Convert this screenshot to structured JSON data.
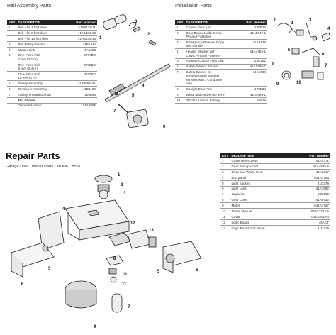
{
  "rail": {
    "title": "Rail Assembly Parts",
    "header": {
      "key": "KEY",
      "description": "DESCRIPTION",
      "part": "Part Number"
    },
    "rows": [
      {
        "key": "1",
        "desc": "Belt - for 7 foot door",
        "part": "41A5434-11"
      },
      {
        "key": "",
        "desc": "Belt - for 8 foot door",
        "part": "41A5434-13"
      },
      {
        "key": "",
        "desc": "Belt - for 10 foot door",
        "part": "41A5434-14"
      },
      {
        "key": "2",
        "desc": "Belt Pulley Bracket",
        "part": "41B5424"
      },
      {
        "key": "3",
        "desc": "Master Link",
        "part": "4A1008"
      },
      {
        "key": "4",
        "desc": "One-Piece Rail\n7 feet (2.1 m)",
        "part": "2777BD"
      },
      {
        "key": "",
        "desc": "One-Piece Rail\n8 feet (2.4 m)",
        "part": "2778BD"
      },
      {
        "key": "",
        "desc": "One-Piece Rail\n10 feet (3 m)",
        "part": "2770BD"
      },
      {
        "key": "5",
        "desc": "Trolley Assembly",
        "part": "41B3869-3A"
      },
      {
        "key": "6",
        "desc": "Tensioner Assembly",
        "part": "41B4103"
      },
      {
        "key": "7",
        "desc": "Trolley Threaded Shaft",
        "part": "109B48"
      },
      {
        "key": "",
        "desc": "Not Shown",
        "part": "",
        "bold": true
      },
      {
        "key": "",
        "desc": "Owner's Manual",
        "part": "114A4865"
      }
    ],
    "callouts": [
      "1",
      "2",
      "3",
      "4",
      "5",
      "6",
      "7"
    ]
  },
  "installation": {
    "title": "Installation Parts",
    "header": {
      "key": "KEY",
      "description": "DESCRIPTION",
      "part": "Part Number"
    },
    "rows": [
      {
        "key": "1",
        "desc": "Curved Door Arm",
        "part": "178B35"
      },
      {
        "key": "2",
        "desc": "Door Bracket with Clevis\nPin and Fastener",
        "part": "41A5047-1"
      },
      {
        "key": "3",
        "desc": "Emergency Release Rope\nand Handle",
        "part": "41A2828"
      },
      {
        "key": "4",
        "desc": "Header Bracket with\nClevis Pin and Fastener",
        "part": "41A4353-1"
      },
      {
        "key": "5",
        "desc": "Remote Control Visor Clip",
        "part": "29C151"
      },
      {
        "key": "6",
        "desc": "Safety Sensor Bracket",
        "part": "41A5266-1"
      },
      {
        "key": "7",
        "desc": "Safety Sensor Kit\nReceiving and sending\nsensors with 2-conductor\nwire",
        "part": "41A5034"
      },
      {
        "key": "8",
        "desc": "Straight Door Arm",
        "part": "178B34"
      },
      {
        "key": "9",
        "desc": "White and Red/White Wire",
        "part": "41A4494-1"
      },
      {
        "key": "10",
        "desc": "3V2016 Lithium Battery",
        "part": "10A19"
      }
    ],
    "callouts": [
      "1",
      "2",
      "3",
      "4",
      "5",
      "6",
      "7",
      "8",
      "9",
      "10"
    ]
  },
  "repair": {
    "title": "Repair Parts",
    "subtitle": "Garage Door Opener Parts - MODEL 8557",
    "header": {
      "key": "KEY",
      "description": "DESCRIPTION",
      "part": "Part Number"
    },
    "rows": [
      {
        "key": "1",
        "desc": "Cover with screws",
        "part": "41A4371"
      },
      {
        "key": "2",
        "desc": "Gear and sprocket",
        "part": "41A4885-5"
      },
      {
        "key": "3",
        "desc": "Drive and Worm Gear",
        "part": "41A2817"
      },
      {
        "key": "4",
        "desc": "End panel",
        "part": "041A7766"
      },
      {
        "key": "5",
        "desc": "Light Socket",
        "part": "41C279"
      },
      {
        "key": "6",
        "desc": "Light Lens",
        "part": "41A7562"
      },
      {
        "key": "7",
        "desc": "Capacitor",
        "part": "30B652"
      },
      {
        "key": "8",
        "desc": "Gear Case",
        "part": "41A5532"
      },
      {
        "key": "9",
        "desc": "Motor",
        "part": "041A7767"
      },
      {
        "key": "10",
        "desc": "Travel Module",
        "part": "041C7742-5"
      },
      {
        "key": "11",
        "desc": "Cover",
        "part": "041A7619-4"
      },
      {
        "key": "12",
        "desc": "Logic Board",
        "part": "45ACT"
      },
      {
        "key": "13",
        "desc": "Logic Board End Panel",
        "part": "41D215"
      }
    ],
    "callouts": [
      "1",
      "2",
      "3",
      "4",
      "5",
      "6",
      "7",
      "8",
      "9",
      "10",
      "11",
      "12",
      "13",
      "5",
      "6"
    ]
  }
}
